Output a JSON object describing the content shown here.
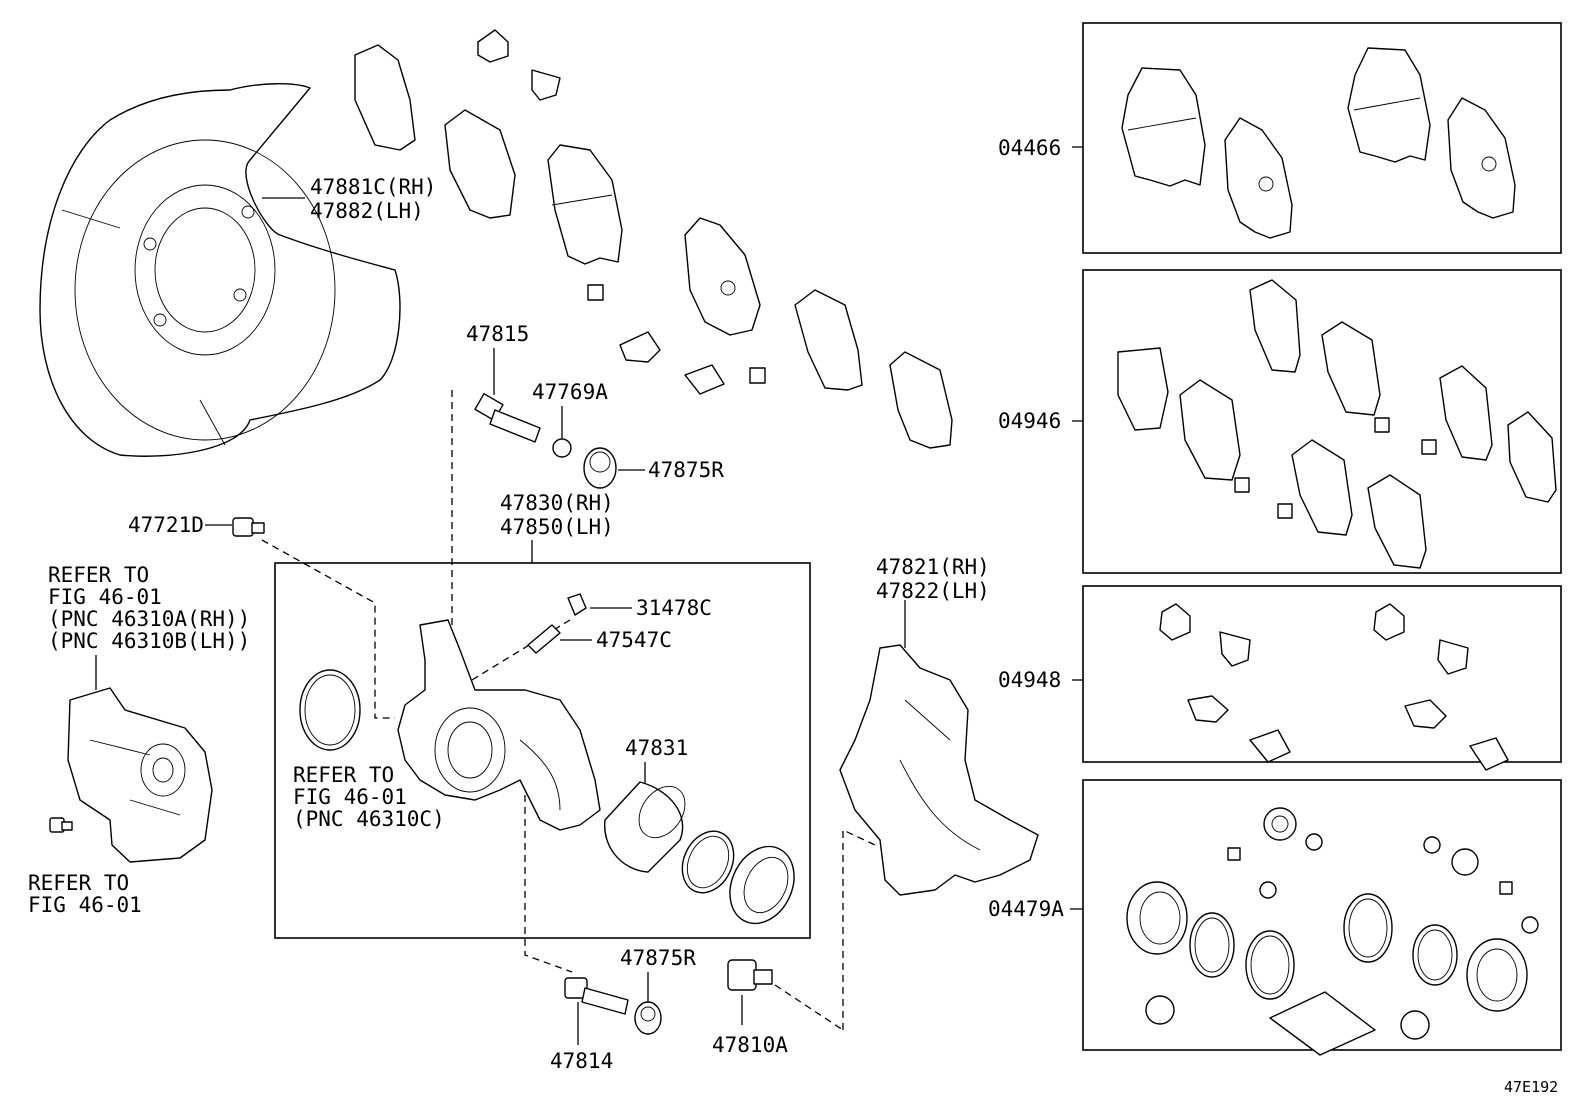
{
  "labels": {
    "shield": [
      "47881C(RH)",
      "47882(LH)"
    ],
    "p47815": "47815",
    "p47769A": "47769A",
    "p47875R_top": "47875R",
    "caliper": [
      "47830(RH)",
      "47850(LH)"
    ],
    "p47721D": "47721D",
    "refer_motor": [
      "REFER TO",
      "FIG 46-01",
      "(PNC 46310A(RH))",
      "(PNC 46310B(LH))"
    ],
    "refer_bolt": [
      "REFER TO",
      "FIG 46-01"
    ],
    "p31478C": "31478C",
    "p47547C": "47547C",
    "refer_inner": [
      "REFER TO",
      "FIG 46-01",
      "(PNC 46310C)"
    ],
    "p47831": "47831",
    "mounting": [
      "47821(RH)",
      "47822(LH)"
    ],
    "p47875R_bottom": "47875R",
    "p47814": "47814",
    "p47810A": "47810A",
    "kit_04466": "04466",
    "kit_04946": "04946",
    "kit_04948": "04948",
    "kit_04479A": "04479A",
    "figure_code": "47E192"
  }
}
